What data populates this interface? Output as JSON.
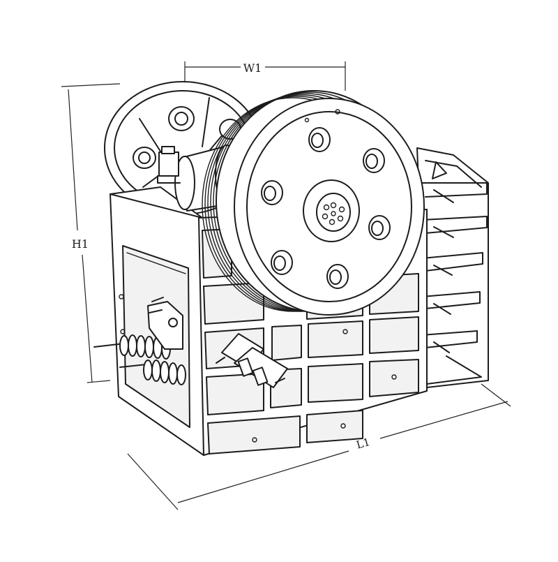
{
  "diagram": {
    "dimension_labels": {
      "width": "W1",
      "height": "H1",
      "length": "L1"
    },
    "colors": {
      "line": "#1c1c1c",
      "background": "#ffffff"
    }
  }
}
